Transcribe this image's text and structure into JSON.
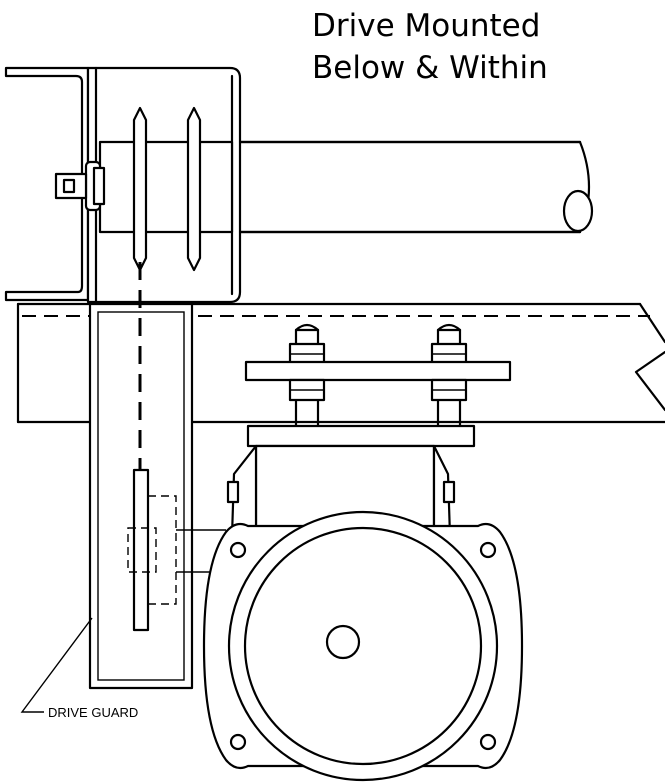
{
  "title": {
    "line1": "Drive Mounted",
    "line2": "Below & Within"
  },
  "callouts": {
    "drive_guard": "DRIVE GUARD"
  },
  "colors": {
    "line": "#000000",
    "background": "#ffffff"
  }
}
